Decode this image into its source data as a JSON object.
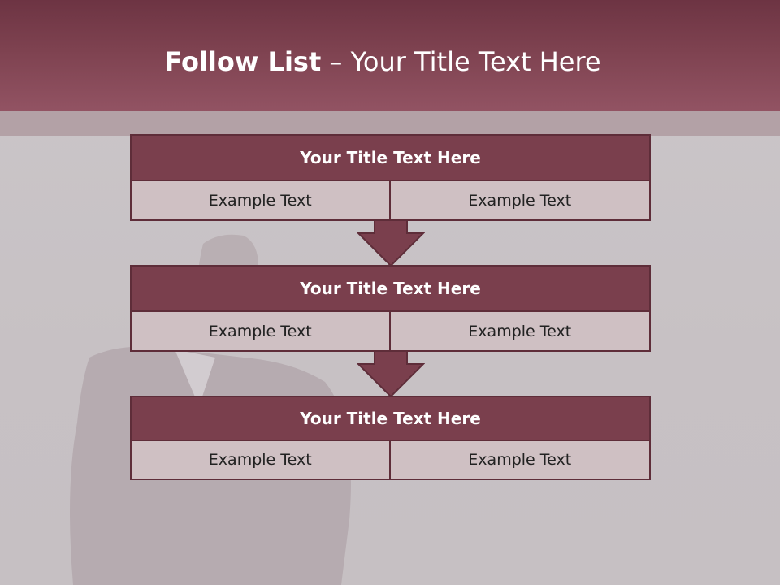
{
  "slide": {
    "title_bold": "Follow List",
    "title_rest": "– Your Title Text Here"
  },
  "blocks": [
    {
      "title": "Your Title Text Here",
      "left": "Example Text",
      "right": "Example Text"
    },
    {
      "title": "Your Title Text Here",
      "left": "Example Text",
      "right": "Example Text"
    },
    {
      "title": "Your Title Text Here",
      "left": "Example Text",
      "right": "Example Text"
    }
  ],
  "colors": {
    "header": "#7e4250",
    "block_title": "#7a3f4d",
    "block_cell": "#cfc0c3",
    "border": "#5e2d39"
  }
}
